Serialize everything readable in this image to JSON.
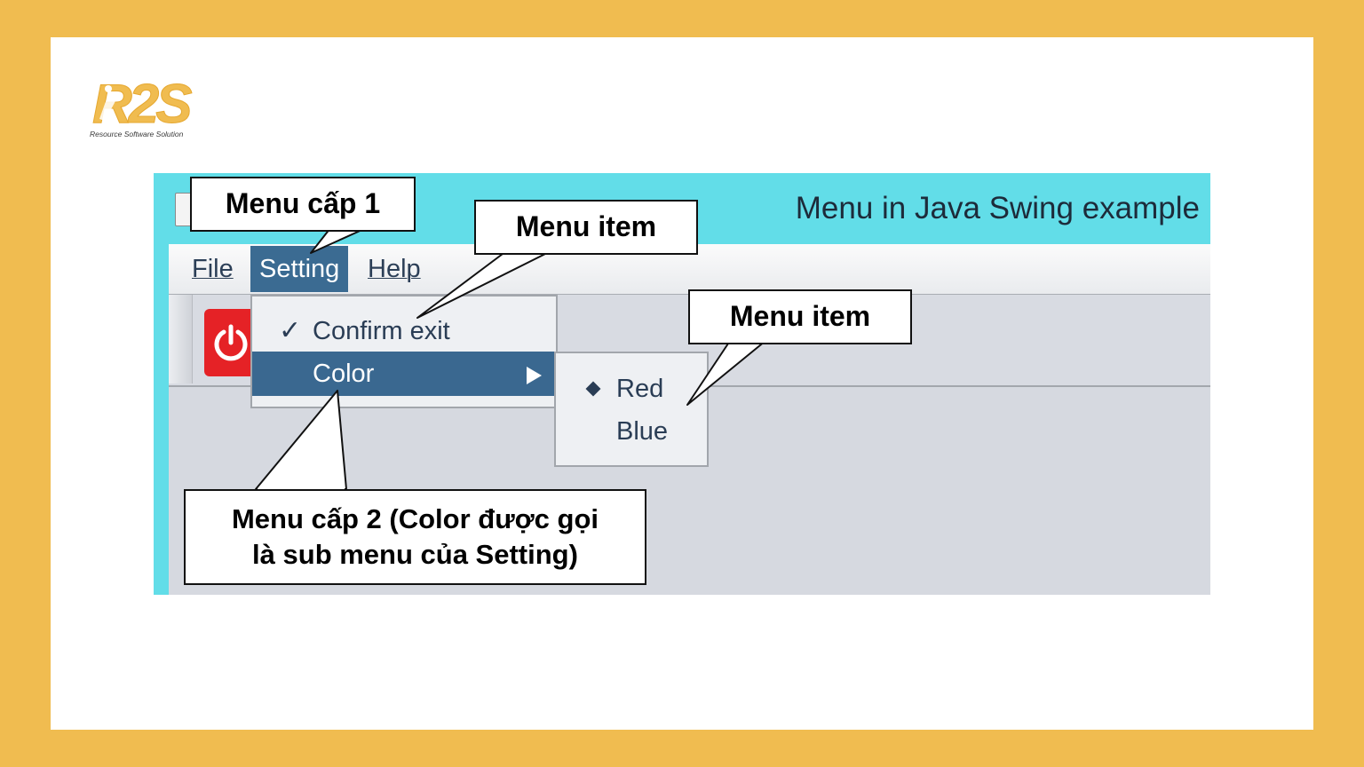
{
  "brand": {
    "logo_text": "R2S",
    "tagline": "Resource Software Solution"
  },
  "window": {
    "title": "Menu in Java Swing example",
    "title_bar_color": "#62DDE8"
  },
  "menubar": {
    "file": "File",
    "setting": "Setting",
    "help": "Help"
  },
  "setting_menu": {
    "confirm_exit": "Confirm exit",
    "confirm_exit_checked": true,
    "color": "Color"
  },
  "color_submenu": {
    "red": "Red",
    "red_selected": true,
    "blue": "Blue"
  },
  "callouts": {
    "menu_level1": "Menu cấp 1",
    "menu_item_top": "Menu item",
    "menu_item_right": "Menu item",
    "menu_level2_line1": "Menu cấp 2 (Color được gọi",
    "menu_level2_line2": "là sub menu của Setting)"
  },
  "colors": {
    "background": "#F0BC50",
    "selection": "#3A6890",
    "power_button": "#E52226"
  }
}
